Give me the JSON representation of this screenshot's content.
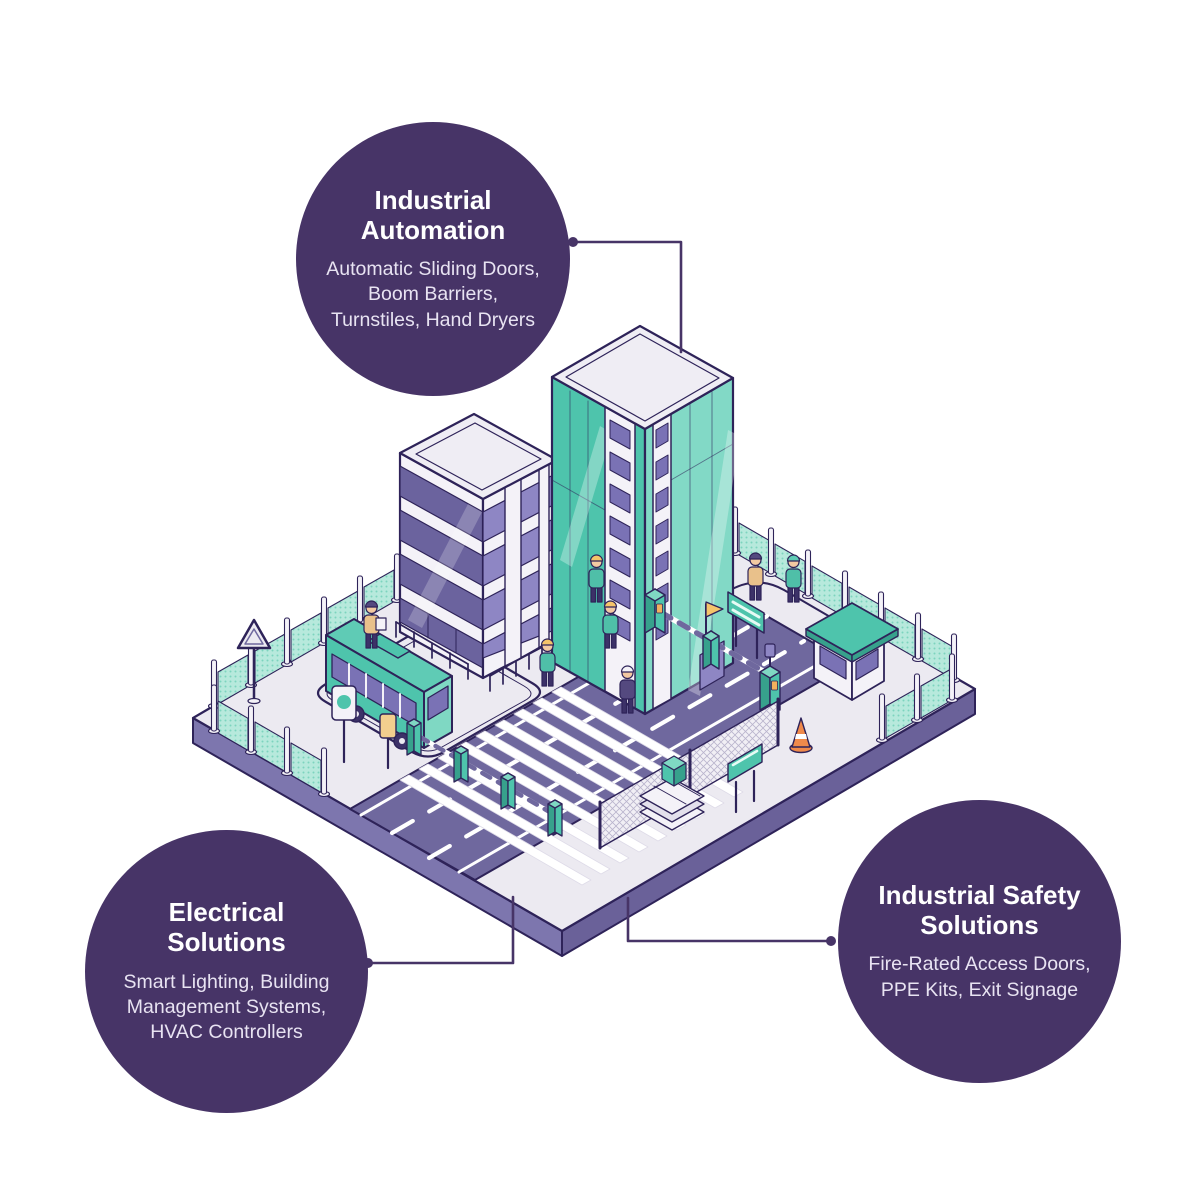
{
  "page": {
    "background": "#ffffff"
  },
  "palette": {
    "bubble_purple": "#473467",
    "outline_purple": "#2E2359",
    "teal": "#4EC4AC",
    "teal_light": "#82D9C6",
    "mesh_teal": "#B7E9DC",
    "road_purple": "#6F689E",
    "window_purple": "#8E86C4",
    "surface_grey": "#ECEAF1",
    "platform_band": "#7D76AE",
    "accent_orange": "#F2A95C",
    "accent_yellow": "#F5C46A"
  },
  "callouts": [
    {
      "id": "industrial-automation",
      "title": "Industrial Automation",
      "description": "Automatic Sliding Doors, Boom Barriers, Turnstiles, Hand Dryers"
    },
    {
      "id": "electrical-solutions",
      "title": "Electrical Solutions",
      "description": "Smart Lighting, Building Management Systems, HVAC Controllers"
    },
    {
      "id": "industrial-safety-solutions",
      "title": "Industrial Safety Solutions",
      "description": "Fire-Rated Access Doors, PPE Kits, Exit Signage"
    }
  ],
  "scene": {
    "elements": [
      "office-building",
      "glass-tower",
      "perimeter-fence",
      "road",
      "pedestrian-crosswalk",
      "boom-barrier-gate",
      "crosswalk-barriers",
      "security-guard-booth",
      "shuttle-bus",
      "bus-stop-sign",
      "direction-sign",
      "warning-sign",
      "mesh-gate",
      "pallet-stack",
      "traffic-cone",
      "workers"
    ]
  }
}
